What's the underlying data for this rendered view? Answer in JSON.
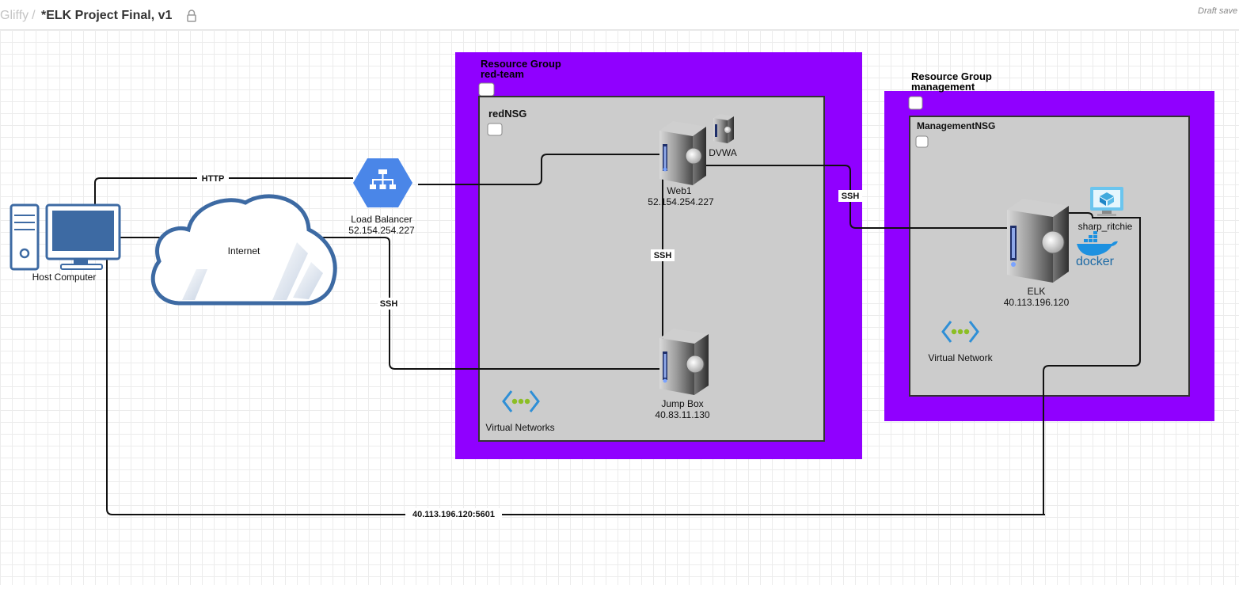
{
  "app": {
    "brand": "Gliffy",
    "separator": "/",
    "document_title": "*ELK Project Final, v1",
    "status": "Draft save"
  },
  "diagram": {
    "groups": {
      "red_team": {
        "title": "Resource Group",
        "name": "red-team",
        "fill": "#9000ff"
      },
      "management": {
        "title": "Resource Group",
        "name": "management",
        "fill": "#9000ff"
      }
    },
    "nsgs": {
      "red": {
        "label": "redNSG"
      },
      "management": {
        "label": "ManagementNSG"
      }
    },
    "nodes": {
      "host": {
        "label": "Host Computer"
      },
      "internet": {
        "label": "Internet"
      },
      "load_balancer": {
        "label": "Load Balancer",
        "ip": "52.154.254.227"
      },
      "web1": {
        "label": "Web1",
        "ip": "52.154.254.227"
      },
      "dvwa": {
        "label": "DVWA"
      },
      "jump_box": {
        "label": "Jump Box",
        "ip": "40.83.11.130"
      },
      "elk": {
        "label": "ELK",
        "ip": "40.113.196.120"
      },
      "container": {
        "label": "sharp_ritchie"
      },
      "docker": {
        "label": "docker"
      },
      "vnet_red": {
        "label": "Virtual Networks"
      },
      "vnet_mgmt": {
        "label": "Virtual Network"
      }
    },
    "connections": {
      "http": "HTTP",
      "ssh_host_jump": "SSH",
      "ssh_jump_web": "SSH",
      "ssh_web_elk": "SSH",
      "kibana": "40.113.196.120:5601"
    },
    "colors": {
      "accent_purple": "#9000ff",
      "nsg_gray": "#cccccc",
      "load_balancer_blue": "#4a86e8",
      "cloud_blue": "#3d6aa3",
      "vnet_blue": "#2f8fd6",
      "vnet_green": "#8cbe24"
    }
  }
}
